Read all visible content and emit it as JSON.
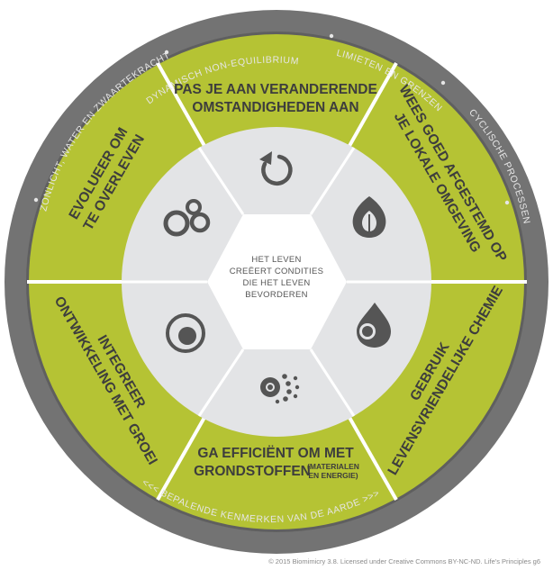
{
  "colors": {
    "outer_ring": "#737373",
    "segment": "#b5c334",
    "inner": "#e3e4e6",
    "divider": "#ffffff",
    "icon": "#555555",
    "text": "#3d3d3d"
  },
  "ring_labels": {
    "top_1": "DYNAMISCH NON-EQUILIBRIUM",
    "top_2": "LIMIETEN EN GRENZEN",
    "right": "CYCLISCHE PROCESSEN",
    "left": "ZONLICHT, WATER EN ZWAARTEKRACHT",
    "bottom": "<<< BEPALENDE KENMERKEN VAN DE AARDE >>>",
    "separator": "•"
  },
  "segments": [
    {
      "line1": "PAS JE AAN VERANDERENDE",
      "line2": "OMSTANDIGHEDEN AAN",
      "icon": "cycle-arrow-icon"
    },
    {
      "line1": "WEES GOED AFGESTEMD OP",
      "line2": "JE LOKALE OMGEVING",
      "icon": "leaf-flame-icon"
    },
    {
      "line1": "GEBRUIK",
      "line2": "LEVENSVRIENDELIJKE CHEMIE",
      "icon": "droplet-icon"
    },
    {
      "line1": "GA EFFICIËNT OM MET",
      "line2": "GRONDSTOFFEN",
      "small1": "(MATERIALEN",
      "small2": "EN ENERGIE)",
      "icon": "dispersing-dots-icon"
    },
    {
      "line1": "INTEGREER",
      "line2": "ONTWIKKELING MET GROEI",
      "icon": "concentric-circle-icon"
    },
    {
      "line1": "EVOLUEER OM",
      "line2": "TE OVERLEVEN",
      "icon": "bubbles-icon"
    }
  ],
  "center": {
    "line1": "HET LEVEN",
    "line2": "CREËERT CONDITIES",
    "line3": "DIE HET LEVEN",
    "line4": "BEVORDEREN"
  },
  "credit": "© 2015 Biomimicry 3.8. Licensed under Creative Commons BY-NC-ND. Life's Principles g6"
}
